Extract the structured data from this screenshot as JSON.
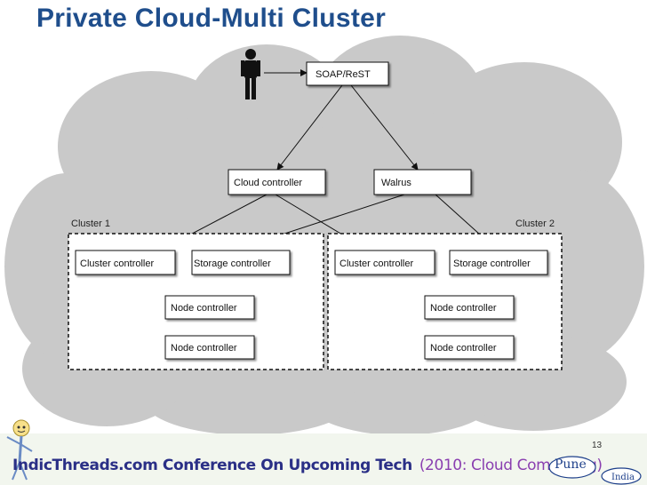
{
  "slide": {
    "title": "Private Cloud-Multi Cluster",
    "page_number": "13"
  },
  "diagram": {
    "soap_rest": "SOAP/ReST",
    "cloud_controller": "Cloud controller",
    "walrus": "Walrus",
    "cluster1": {
      "label": "Cluster 1",
      "cluster_controller": "Cluster controller",
      "storage_controller": "Storage controller",
      "node_controller_1": "Node controller",
      "node_controller_2": "Node controller"
    },
    "cluster2": {
      "label": "Cluster 2",
      "cluster_controller": "Cluster controller",
      "storage_controller": "Storage controller",
      "node_controller_1": "Node controller",
      "node_controller_2": "Node controller"
    }
  },
  "footer": {
    "conference": "IndicThreads.com Conference On Upcoming Tech",
    "edition": "(2010: Cloud Computing)",
    "city": "Pune",
    "country": "India"
  },
  "colors": {
    "title": "#1f4e8c",
    "cloud_fill": "#c9c9c9",
    "footer_text": "#2a2f86",
    "footer_paren": "#8a3fb0"
  },
  "icons": {
    "user": "person-figure-icon",
    "mascot": "mascot-logo",
    "pune_badge": "cloud-badge-icon"
  }
}
